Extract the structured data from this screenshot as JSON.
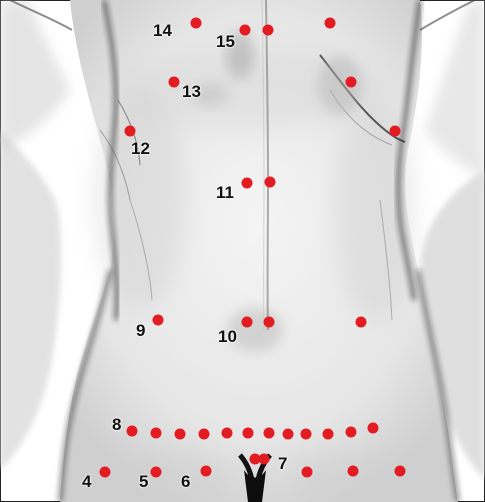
{
  "figure": {
    "description_visible": false,
    "point_color": "#e31b23",
    "label_color": "#111111",
    "background_color": "#ffffff"
  },
  "labels": [
    "4",
    "5",
    "6",
    "7",
    "8",
    "9",
    "10",
    "11",
    "12",
    "13",
    "14",
    "15"
  ]
}
